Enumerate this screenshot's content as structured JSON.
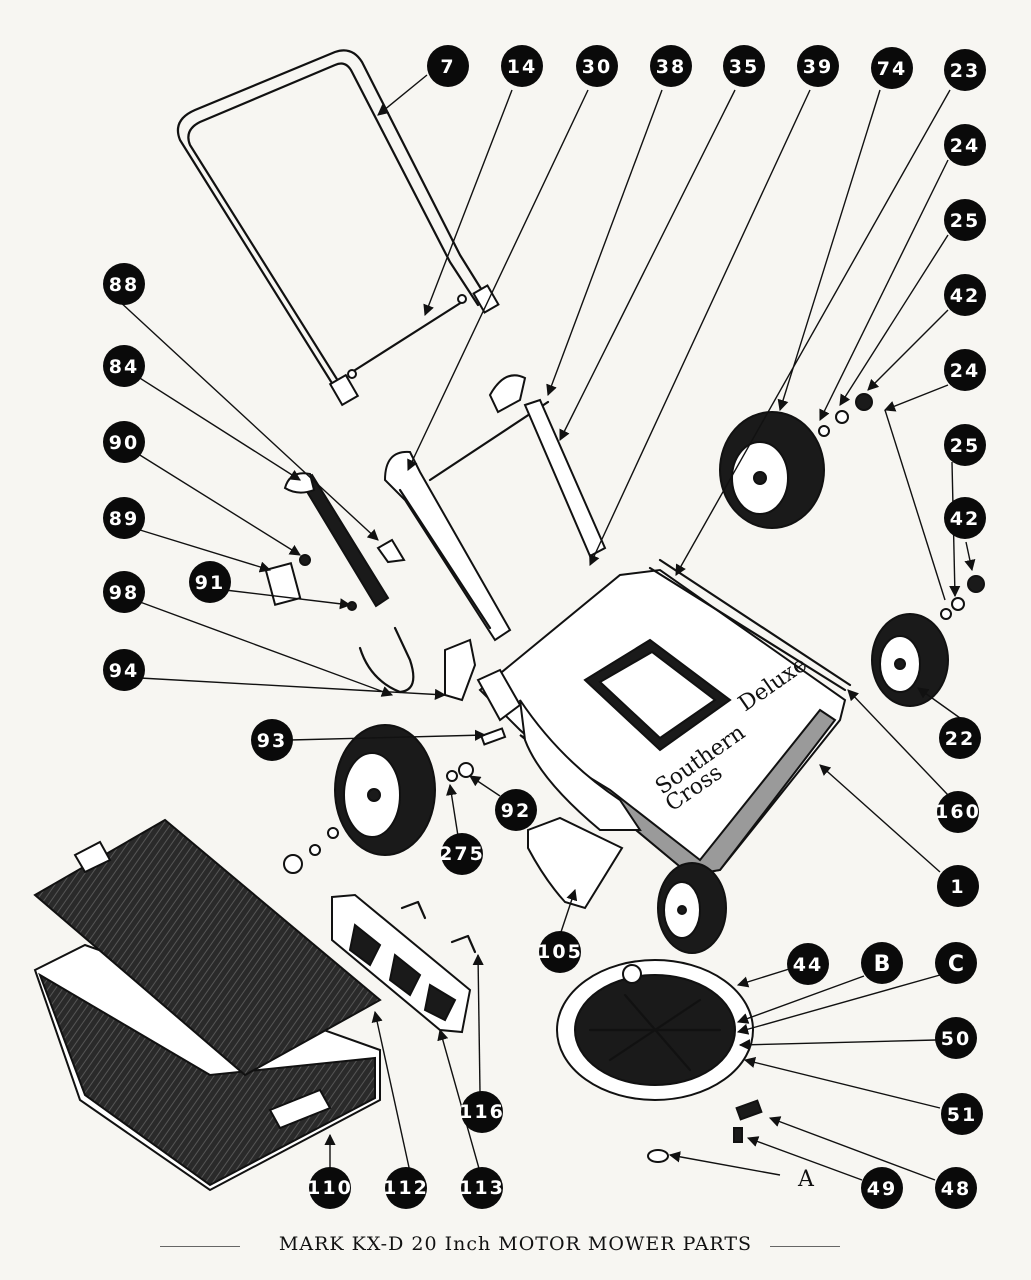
{
  "title": "MARK KX-D 20 Inch MOTOR MOWER PARTS",
  "callouts": [
    "7",
    "14",
    "30",
    "38",
    "35",
    "39",
    "74",
    "23",
    "24",
    "25",
    "42",
    "24",
    "25",
    "42",
    "88",
    "84",
    "90",
    "89",
    "91",
    "98",
    "94",
    "93",
    "92",
    "275",
    "105",
    "22",
    "160",
    "1",
    "44",
    "B",
    "C",
    "50",
    "51",
    "48",
    "49",
    "A",
    "110",
    "112",
    "113",
    "116"
  ],
  "frame_decal": [
    "Southern",
    "Cross"
  ],
  "badge_text": "Deluxe"
}
